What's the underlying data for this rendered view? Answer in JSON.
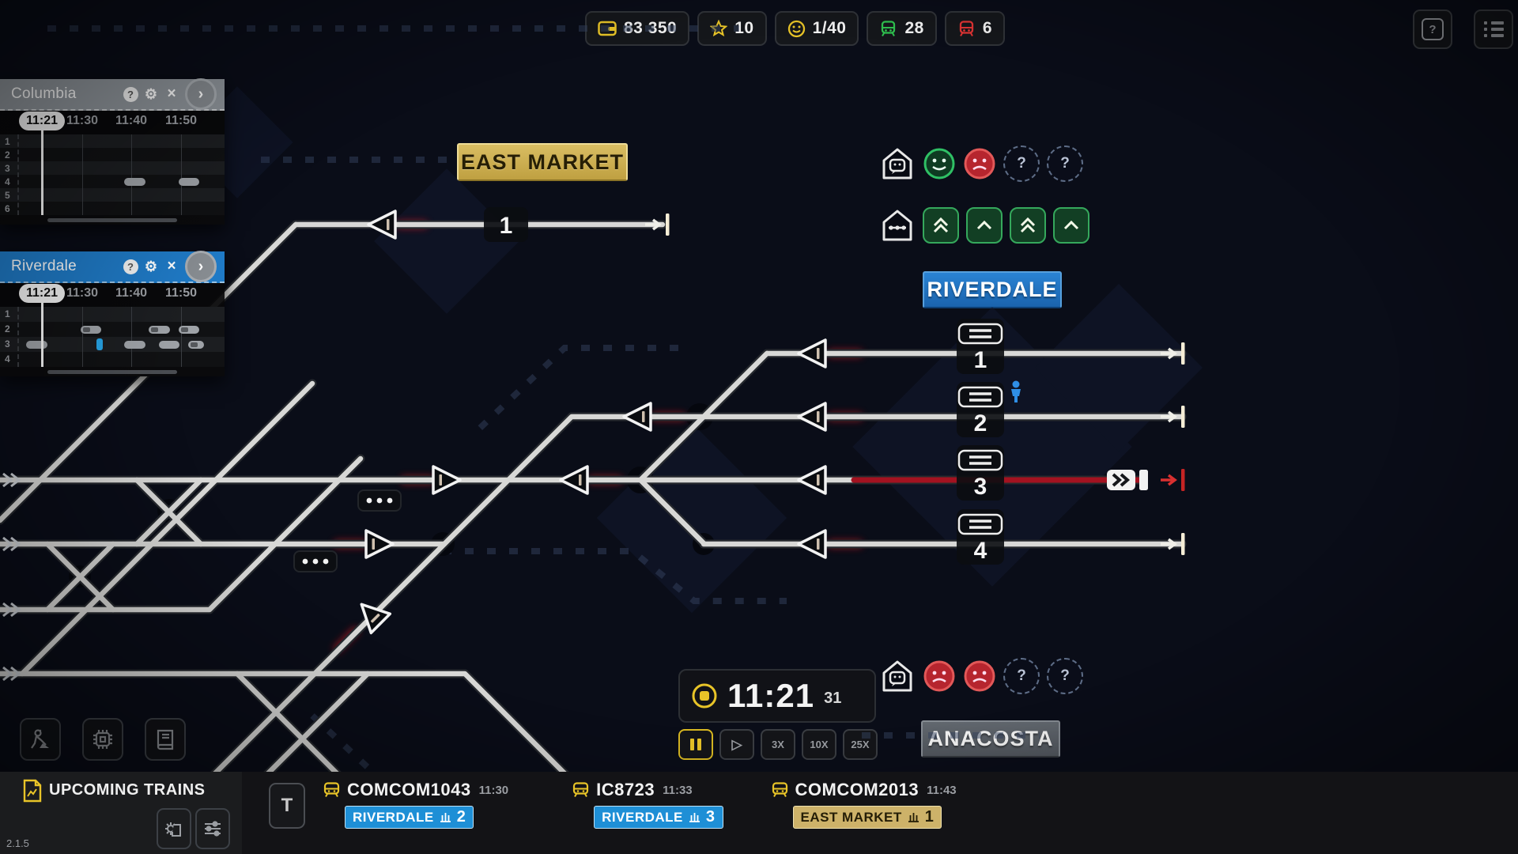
{
  "topbar": {
    "money": "83 350",
    "stars": "10",
    "contracts": "1/40",
    "trains_green": "28",
    "trains_red": "6"
  },
  "glyphs": {
    "question": "?",
    "close": "×",
    "chevron_right": "›",
    "gear": "⚙",
    "play": "▷"
  },
  "panels": [
    {
      "title": "Columbia",
      "times": [
        "11:21",
        "11:30",
        "11:40",
        "11:50"
      ],
      "row_labels": [
        "1",
        "2",
        "3",
        "4",
        "5",
        "6"
      ],
      "blocks": [
        {
          "row": 4,
          "start": "11:38",
          "end": "11:41",
          "kind": "train"
        },
        {
          "row": 4,
          "start": "11:49",
          "end": "11:52",
          "kind": "train"
        }
      ]
    },
    {
      "title": "Riverdale",
      "times": [
        "11:21",
        "11:30",
        "11:40",
        "11:50"
      ],
      "row_labels": [
        "1",
        "2",
        "3",
        "4"
      ],
      "blocks": [
        {
          "row": 2,
          "start": "11:29",
          "end": "11:32",
          "kind": "depart"
        },
        {
          "row": 2,
          "start": "11:43",
          "end": "11:46",
          "kind": "depart"
        },
        {
          "row": 2,
          "start": "11:49",
          "end": "11:52",
          "kind": "depart"
        },
        {
          "row": 3,
          "start": "11:18",
          "end": "11:21",
          "kind": "train"
        },
        {
          "row": 3,
          "start": "11:33",
          "end": "11:34",
          "kind": "marker"
        },
        {
          "row": 3,
          "start": "11:38",
          "end": "11:41",
          "kind": "train"
        },
        {
          "row": 3,
          "start": "11:45",
          "end": "11:48",
          "kind": "train"
        },
        {
          "row": 3,
          "start": "11:51",
          "end": "11:53",
          "kind": "depart"
        }
      ]
    }
  ],
  "stations": {
    "east_market": "East Market",
    "riverdale": "Riverdale",
    "anacosta": "Anacosta"
  },
  "map": {
    "east_market_platform": "1",
    "platforms": [
      "1",
      "2",
      "3",
      "4"
    ]
  },
  "clock": {
    "time": "11:21",
    "seconds": "31",
    "speeds": [
      "3X",
      "10X",
      "25X"
    ]
  },
  "upcoming": {
    "title": "Upcoming Trains",
    "hotkey": "T",
    "version": "2.1.5",
    "trains": [
      {
        "id": "COMCOM1043",
        "time": "11:30",
        "destination": "Riverdale",
        "platform": "2"
      },
      {
        "id": "IC8723",
        "time": "11:33",
        "destination": "Riverdale",
        "platform": "3"
      },
      {
        "id": "COMCOM2013",
        "time": "11:43",
        "destination": "East Market",
        "platform": "1"
      }
    ]
  }
}
